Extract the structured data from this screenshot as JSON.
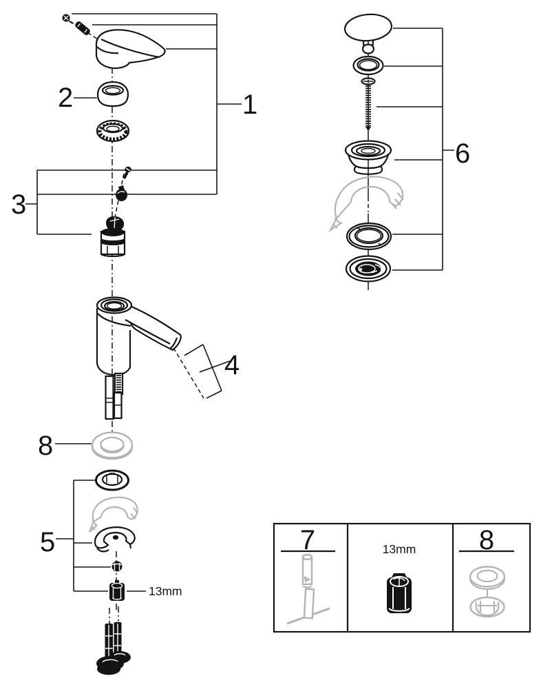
{
  "colors": {
    "ink": "#141414",
    "ghost_gray": "#b3b3b3",
    "background": "#ffffff"
  },
  "callouts": {
    "c1": "1",
    "c2": "2",
    "c3": "3",
    "c4": "4",
    "c5": "5",
    "c6": "6",
    "c8": "8"
  },
  "annotations": {
    "wrench_size": "13mm"
  },
  "legend_box": {
    "cell_tool": {
      "label": "7"
    },
    "cell_nut": {
      "label": "13mm"
    },
    "cell_ring": {
      "label": "8"
    }
  }
}
